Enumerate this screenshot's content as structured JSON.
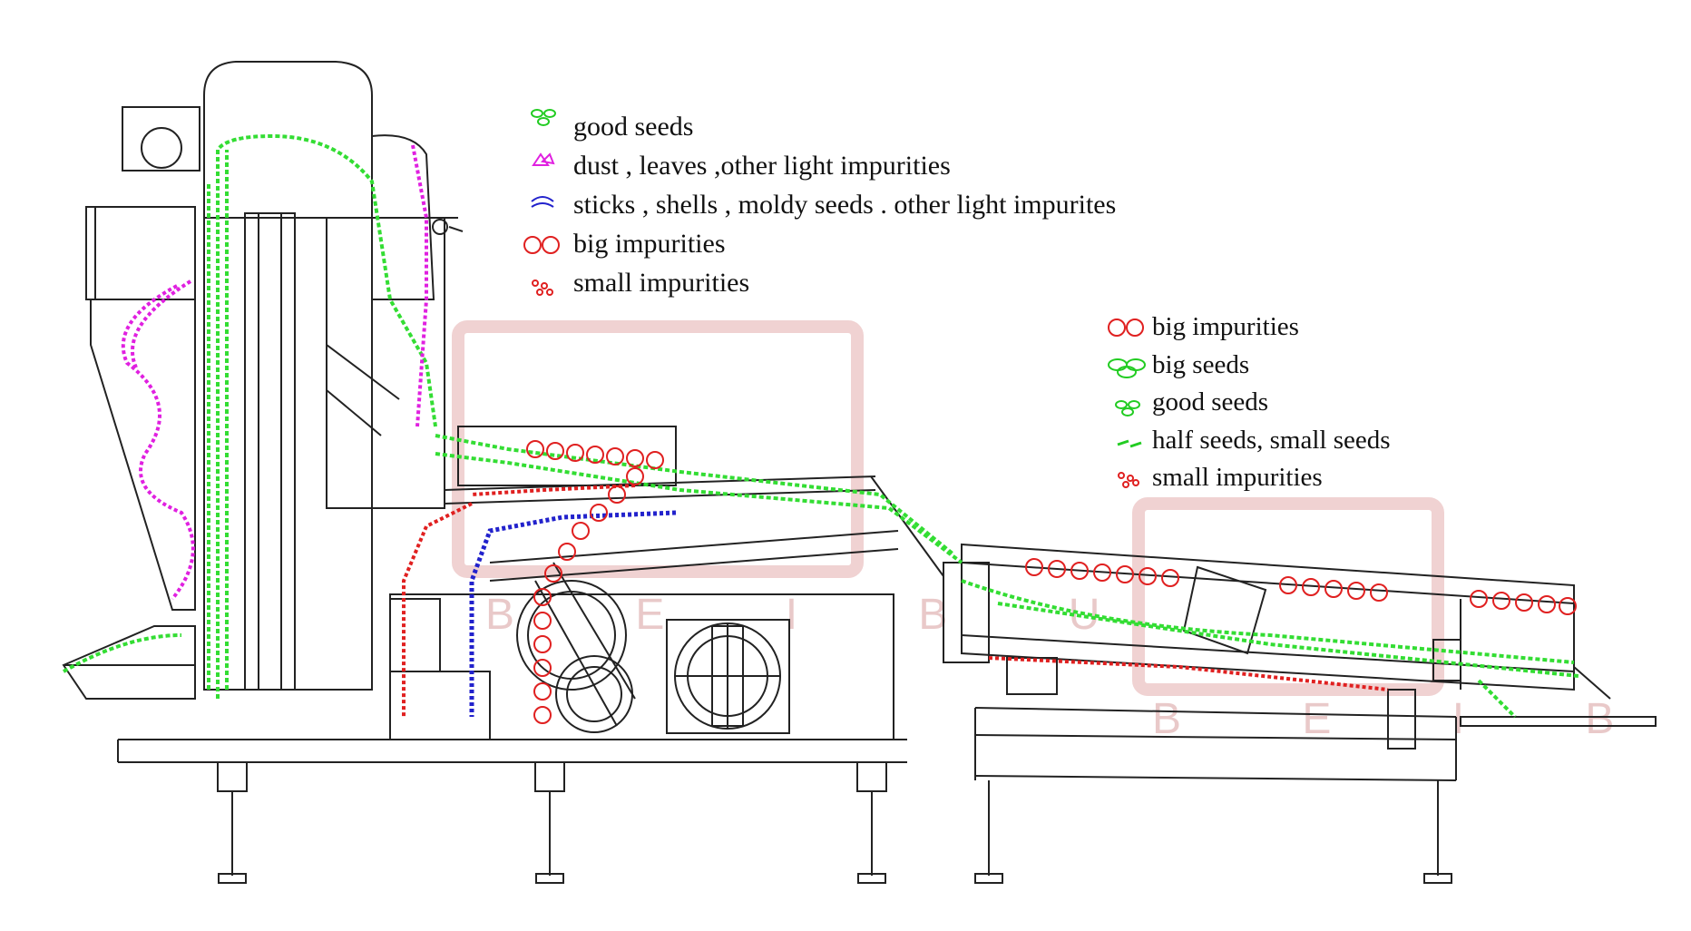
{
  "legend_top": [
    {
      "label": "good seeds",
      "icon": "green-seed-cluster-icon",
      "color": "#22cc22"
    },
    {
      "label": "dust , leaves ,other light impurities",
      "icon": "magenta-leaf-icon",
      "color": "#e020e0"
    },
    {
      "label": "sticks , shells , moldy seeds . other light impurites",
      "icon": "blue-stick-icon",
      "color": "#2222cc"
    },
    {
      "label": "big impurities",
      "icon": "red-ring-icon",
      "color": "#e02020"
    },
    {
      "label": "small impurities",
      "icon": "red-dots-icon",
      "color": "#e02020"
    }
  ],
  "legend_right": [
    {
      "label": "big impurities",
      "icon": "red-ring-icon",
      "color": "#e02020"
    },
    {
      "label": "big seeds",
      "icon": "green-oval-icon",
      "color": "#22cc22"
    },
    {
      "label": "good seeds",
      "icon": "green-seed-cluster-icon",
      "color": "#22cc22"
    },
    {
      "label": "half seeds, small seeds",
      "icon": "green-dash-icon",
      "color": "#22cc22"
    },
    {
      "label": "small impurities",
      "icon": "red-dots-icon",
      "color": "#e02020"
    }
  ],
  "watermark": {
    "text_1": "B E I  B U",
    "text_2": "B E I  B"
  }
}
